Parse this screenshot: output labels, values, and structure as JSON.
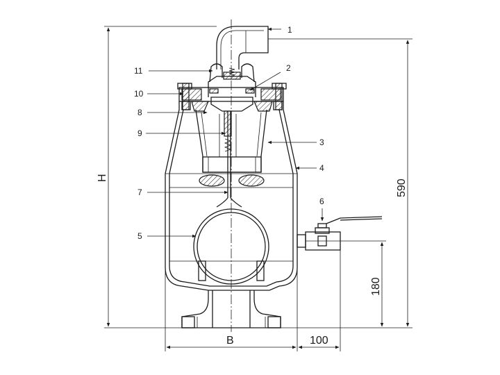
{
  "callouts": {
    "c1": "1",
    "c2": "2",
    "c3": "3",
    "c4": "4",
    "c5": "5",
    "c6": "6",
    "c7": "7",
    "c8": "8",
    "c9": "9",
    "c10": "10",
    "c11": "11"
  },
  "dimensions": {
    "height_label": "H",
    "overall_height": "590",
    "valve_height": "180",
    "width_label": "B",
    "valve_offset": "100"
  }
}
